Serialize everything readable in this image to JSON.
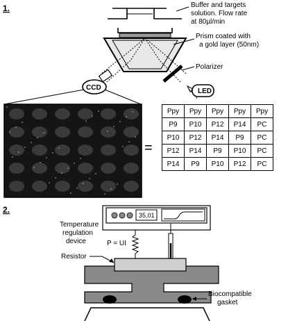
{
  "section1": {
    "number": "1.",
    "flow_label_line1": "Buffer and targets",
    "flow_label_line2": "solution. Flow rate",
    "flow_label_line3": "at 80µl/min",
    "prism_label_line1": "Prism coated with",
    "prism_label_line2": "a gold layer (50nm)",
    "polarizer_label": "Polarizer",
    "led_label": "LED",
    "ccd_label": "CCD",
    "equals": "=",
    "grid": [
      [
        "Ppy",
        "Ppy",
        "Ppy",
        "Ppy",
        "Ppy"
      ],
      [
        "P9",
        "P10",
        "P12",
        "P14",
        "PC"
      ],
      [
        "P10",
        "P12",
        "P14",
        "P9",
        "PC"
      ],
      [
        "P12",
        "P14",
        "P9",
        "P10",
        "PC"
      ],
      [
        "P14",
        "P9",
        "P10",
        "P12",
        "PC"
      ]
    ]
  },
  "section2": {
    "number": "2.",
    "display_value": "35,01",
    "temp_label_line1": "Temperature",
    "temp_label_line2": "regulation",
    "temp_label_line3": "device",
    "formula": "P = UI",
    "resistor_label": "Resistor",
    "gasket_label_line1": "Biocompatible",
    "gasket_label_line2": "gasket"
  },
  "colors": {
    "ink": "#000000",
    "image_bg": "#151515",
    "spot": "#3a3a3a",
    "prism_fill": "#e8e8e8"
  }
}
